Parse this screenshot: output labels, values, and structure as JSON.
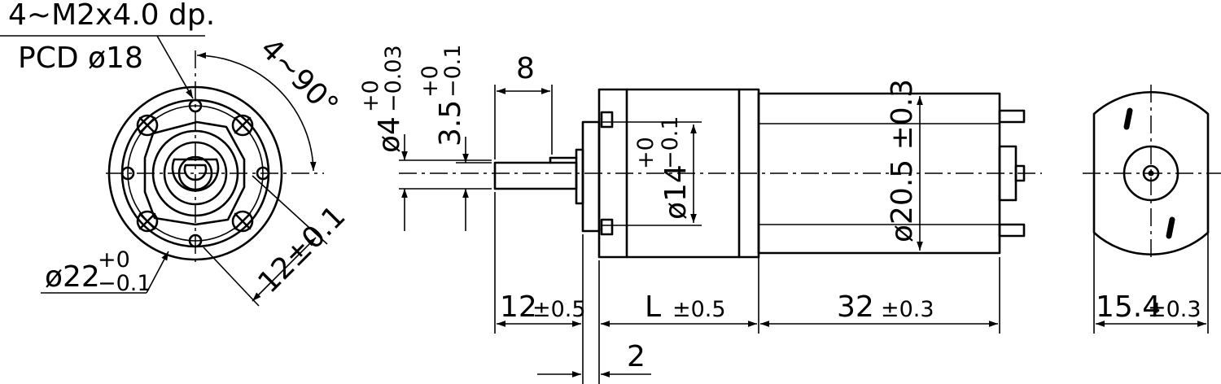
{
  "front_view": {
    "hole_callout": "4~M2x4.0 dp.",
    "pcd": "PCD ø18",
    "angle": "4~90°",
    "diameter_base": "ø22",
    "diameter_upper": "+0",
    "diameter_lower": "−0.1",
    "height": "12±0.1"
  },
  "side_view": {
    "shaft_base": "ø4",
    "shaft_tol_upper": "+0",
    "shaft_tol_lower": "−0.03",
    "flat_base": "3.5",
    "flat_tol_upper": "+0",
    "flat_tol_lower": "−0.1",
    "flat_len": "8",
    "boss_upper": "+0",
    "boss_base": "ø14",
    "boss_lower": "−0.1",
    "motor_diameter": "ø20.5 ±0.3",
    "shaft_len_base": "12",
    "shaft_len_tol": "±0.5",
    "gear_len_base": "L",
    "gear_len_tol": "±0.5",
    "motor_len_base": "32",
    "motor_len_tol": "±0.3",
    "boss_len": "2"
  },
  "rear_view": {
    "width_base": "15.4",
    "width_tol": "±0.3"
  }
}
